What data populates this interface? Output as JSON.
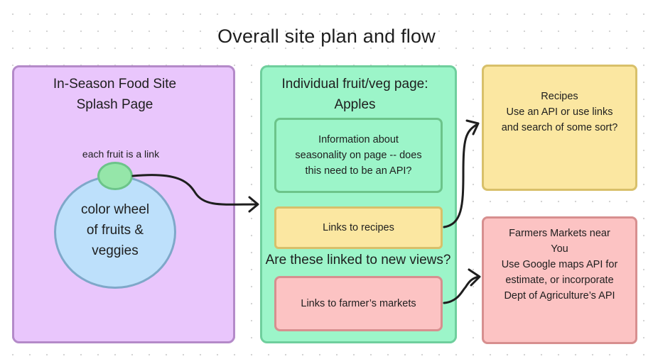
{
  "title": "Overall site plan and flow",
  "splash": {
    "title": "In-Season Food Site\nSplash Page",
    "fruit_link_label": "each fruit is a link",
    "wheel_label": "color wheel\nof fruits &\nveggies"
  },
  "fruit_page": {
    "title": "Individual fruit/veg page:\nApples",
    "info_box": "Information about\nseasonality on page -- does\nthis need to be an API?",
    "recipes_link": "Links to recipes",
    "question": "Are these linked to new views?",
    "markets_link": "Links to farmer’s markets"
  },
  "recipes_note": "Recipes\nUse an API or use links\nand search of some sort?",
  "markets_note": "Farmers Markets near\nYou\nUse Google maps API for\nestimate, or incorporate\nDept of Agriculture’s API",
  "colors": {
    "splash_fill": "#e9c6fc",
    "page_fill": "#9cf5c9",
    "recipes_fill": "#fbe7a1",
    "markets_fill": "#fcc3c3",
    "wheel_fill": "#bde0fb",
    "fruit_node_fill": "#95e6a9"
  }
}
